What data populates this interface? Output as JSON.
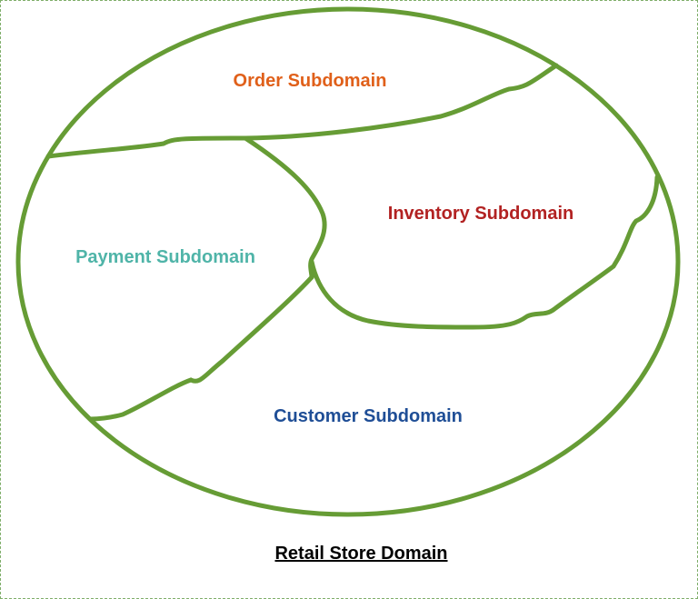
{
  "domain": {
    "title": "Retail Store Domain"
  },
  "subdomains": {
    "order": {
      "label": "Order Subdomain",
      "color": "#e0601a"
    },
    "inventory": {
      "label": "Inventory Subdomain",
      "color": "#b22222"
    },
    "payment": {
      "label": "Payment Subdomain",
      "color": "#4fb4a8"
    },
    "customer": {
      "label": "Customer Subdomain",
      "color": "#1f4e96"
    }
  },
  "colors": {
    "boundary": "#669c35"
  }
}
